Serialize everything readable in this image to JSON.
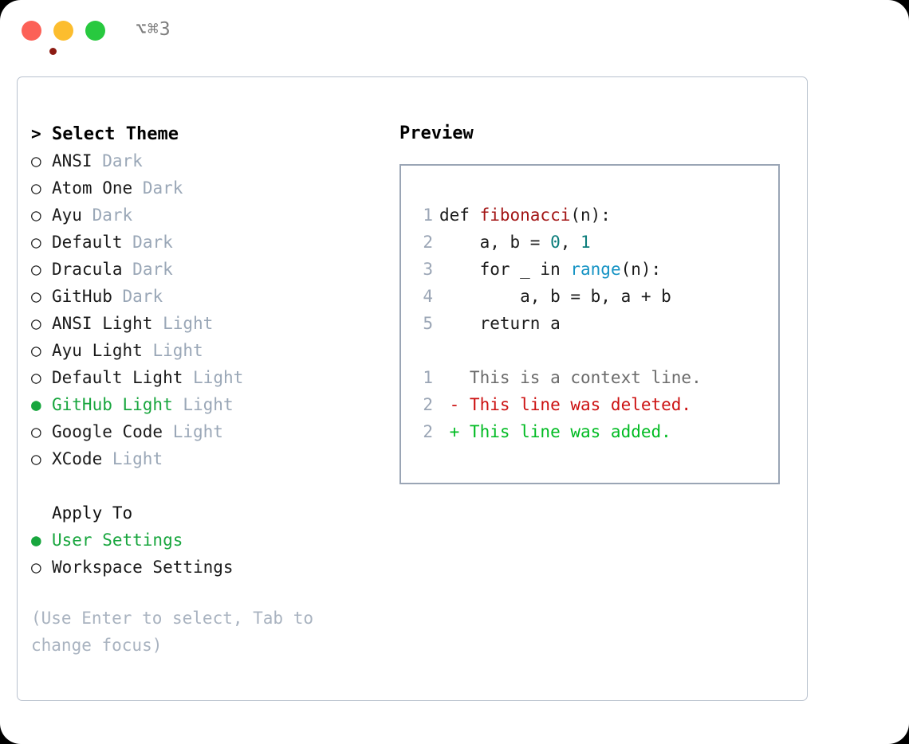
{
  "titlebar": {
    "shortcut": "⌥⌘3",
    "buttons": {
      "close": "close",
      "minimize": "minimize",
      "maximize": "maximize"
    }
  },
  "theme_list": {
    "header_marker": ">",
    "header_label": "Select Theme",
    "unselected_marker": "○",
    "selected_marker": "●",
    "selected_color": "#18a63e",
    "tag_color": "#9aa7b7",
    "items": [
      {
        "name": "ANSI",
        "tag": "Dark",
        "selected": false
      },
      {
        "name": "Atom One",
        "tag": "Dark",
        "selected": false
      },
      {
        "name": "Ayu",
        "tag": "Dark",
        "selected": false
      },
      {
        "name": "Default",
        "tag": "Dark",
        "selected": false
      },
      {
        "name": "Dracula",
        "tag": "Dark",
        "selected": false
      },
      {
        "name": "GitHub",
        "tag": "Dark",
        "selected": false
      },
      {
        "name": "ANSI Light",
        "tag": "Light",
        "selected": false
      },
      {
        "name": "Ayu Light",
        "tag": "Light",
        "selected": false
      },
      {
        "name": "Default Light",
        "tag": "Light",
        "selected": false
      },
      {
        "name": "GitHub Light",
        "tag": "Light",
        "selected": true
      },
      {
        "name": "Google Code",
        "tag": "Light",
        "selected": false
      },
      {
        "name": "XCode",
        "tag": "Light",
        "selected": false
      }
    ]
  },
  "apply_to": {
    "label": "Apply To",
    "items": [
      {
        "name": "User Settings",
        "selected": true
      },
      {
        "name": "Workspace Settings",
        "selected": false
      }
    ]
  },
  "hint": "(Use Enter to select, Tab to change focus)",
  "preview": {
    "title": "Preview",
    "code_lines": [
      {
        "number": "1",
        "parts": [
          {
            "text": "def ",
            "style": "plain"
          },
          {
            "text": "fibonacci",
            "style": "fn"
          },
          {
            "text": "(n):",
            "style": "plain"
          }
        ]
      },
      {
        "number": "2",
        "parts": [
          {
            "text": "    a, b = ",
            "style": "plain"
          },
          {
            "text": "0",
            "style": "num"
          },
          {
            "text": ", ",
            "style": "plain"
          },
          {
            "text": "1",
            "style": "num"
          }
        ]
      },
      {
        "number": "3",
        "parts": [
          {
            "text": "    for _ in ",
            "style": "plain"
          },
          {
            "text": "range",
            "style": "call"
          },
          {
            "text": "(n):",
            "style": "plain"
          }
        ]
      },
      {
        "number": "4",
        "parts": [
          {
            "text": "        a, b = b, a + b",
            "style": "plain"
          }
        ]
      },
      {
        "number": "5",
        "parts": [
          {
            "text": "    return a",
            "style": "plain"
          }
        ]
      }
    ],
    "diff_lines": [
      {
        "number": "1",
        "sign": " ",
        "text": "This is a context line.",
        "kind": "ctx"
      },
      {
        "number": "2",
        "sign": "-",
        "text": "This line was deleted.",
        "kind": "del"
      },
      {
        "number": "2",
        "sign": "+",
        "text": "This line was added.",
        "kind": "add"
      }
    ],
    "colors": {
      "line_number": "#9aa5b5",
      "function": "#a31515",
      "number": "#0b7d7b",
      "call": "#1593c4",
      "context": "#6b6b6b",
      "deleted": "#cc1111",
      "added": "#00bb22",
      "box_border": "#9aa5b5"
    }
  }
}
